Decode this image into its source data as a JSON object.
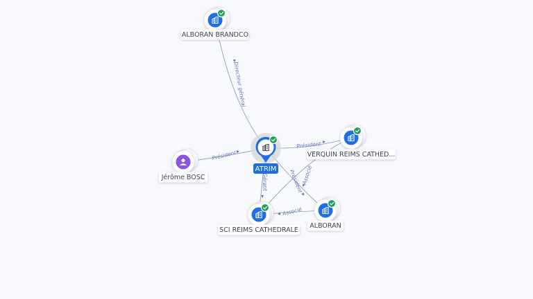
{
  "colors": {
    "company": "#1f6fe0",
    "person": "#8a55e0",
    "check": "#1e9e5a",
    "edge": "#8797a8",
    "edge_label": "#6676b8",
    "center_tag": "#1f6fe0"
  },
  "center": {
    "label": "ATRIM",
    "icon": "building-icon"
  },
  "nodes": [
    {
      "id": "alboran-brandco",
      "label": "ALBORAN BRANDCO",
      "type": "company",
      "icon": "building-icon",
      "verified": true
    },
    {
      "id": "jerome-bosc",
      "label": "Jérôme BOSC",
      "type": "person",
      "icon": "person-icon",
      "verified": false
    },
    {
      "id": "verquin",
      "label": "VERQUIN REIMS CATHED...",
      "type": "company",
      "icon": "building-icon",
      "verified": true
    },
    {
      "id": "sci-reims",
      "label": "SCI REIMS CATHEDRALE",
      "type": "company",
      "icon": "building-icon",
      "verified": true
    },
    {
      "id": "alboran",
      "label": "ALBORAN",
      "type": "company",
      "icon": "building-icon",
      "verified": true
    }
  ],
  "edges": [
    {
      "id": "e1",
      "from": "alboran-brandco",
      "to": "center",
      "label": "Directeur général"
    },
    {
      "id": "e2",
      "from": "jerome-bosc",
      "to": "center",
      "label": "Président"
    },
    {
      "id": "e3",
      "from": "center",
      "to": "verquin",
      "label": "Président"
    },
    {
      "id": "e4",
      "from": "center",
      "to": "sci-reims",
      "label": "Gérant"
    },
    {
      "id": "e5",
      "from": "center",
      "to": "alboran",
      "label": "Président"
    },
    {
      "id": "e6",
      "from": "alboran",
      "to": "sci-reims",
      "label": "Associé"
    },
    {
      "id": "e7",
      "from": "sci-reims",
      "to": "verquin",
      "label": "Associé"
    }
  ]
}
